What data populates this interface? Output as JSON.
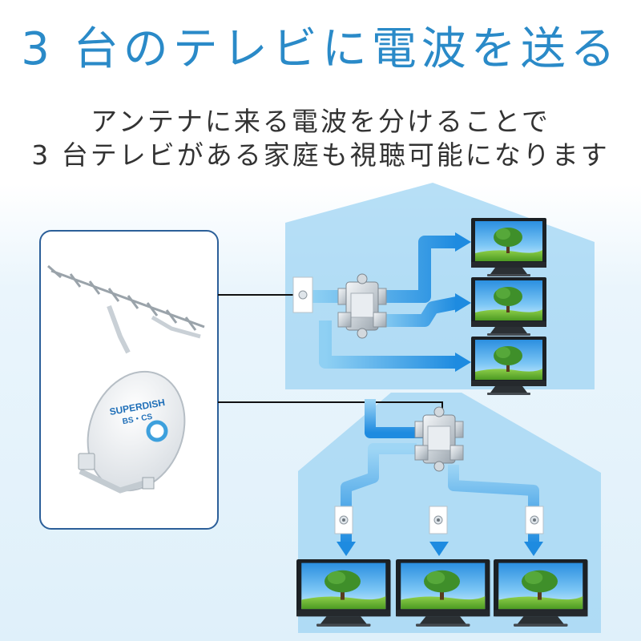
{
  "title": "3 台のテレビに電波を送る",
  "subtitle": {
    "line1": "アンテナに来る電波を分けることで",
    "line2": "3 台テレビがある家庭も視聴可能になります"
  },
  "dish_brand": "SUPERDISH",
  "dish_subbrand": "BS・CS"
}
